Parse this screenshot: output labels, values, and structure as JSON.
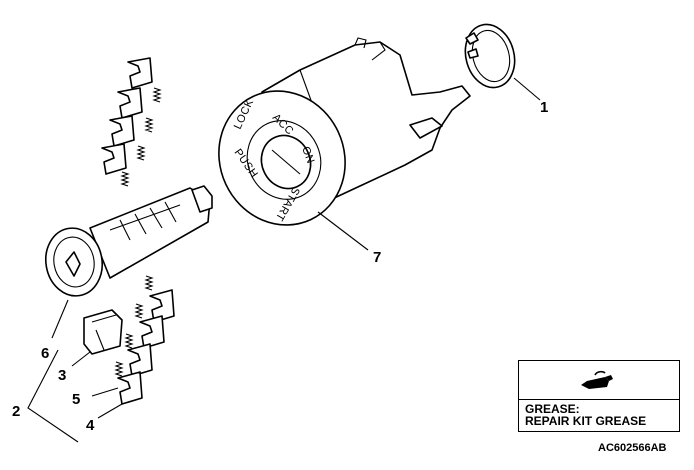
{
  "callouts": {
    "c1": "1",
    "c2": "2",
    "c3": "3",
    "c4": "4",
    "c5": "5",
    "c6": "6",
    "c7": "7"
  },
  "ring_labels": {
    "lock": "LOCK",
    "acc": "ACC",
    "on": "ON",
    "start": "START",
    "push": "PUSH"
  },
  "legend": {
    "line1": "GREASE:",
    "line2": "REPAIR KIT GREASE",
    "icon": "grease-tube-icon"
  },
  "figure_code": "AC602566AB"
}
